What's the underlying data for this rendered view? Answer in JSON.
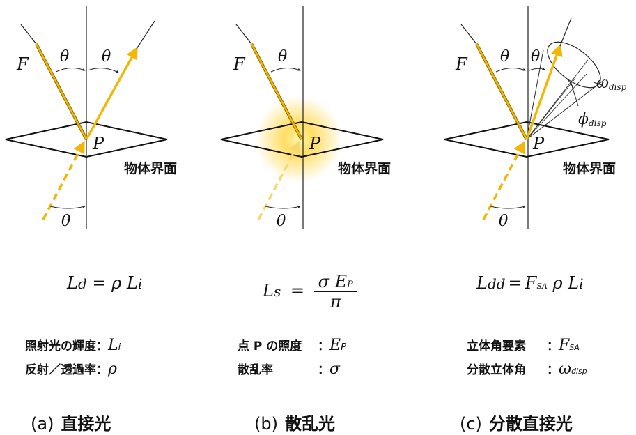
{
  "labels": {
    "F": "F",
    "P": "P",
    "theta": "θ",
    "interface": "物体界面",
    "omega": "ω",
    "omega_sub": "disp",
    "phi": "ϕ",
    "phi_sub": "disp"
  },
  "panels": [
    {
      "id": "a",
      "caption_tag": "(a)",
      "caption_name": "直接光",
      "formula": {
        "lhs": "L",
        "lhs_sub": "d",
        "eq": "=",
        "rho": "ρ",
        "rhs": "L",
        "rhs_sub": "i"
      },
      "defs": [
        {
          "label": "照射光の輝度：",
          "symbol": "L",
          "symbol_sub": "i"
        },
        {
          "label": "反射／透過率：",
          "symbol": "ρ",
          "symbol_sub": ""
        }
      ]
    },
    {
      "id": "b",
      "caption_tag": "(b)",
      "caption_name": "散乱光",
      "formula": {
        "lhs": "L",
        "lhs_sub": "s",
        "eq": "=",
        "num": "σ E",
        "num_sub": "P",
        "den": "π"
      },
      "defs": [
        {
          "label": "点 P の照度",
          "colon": "：",
          "symbol": "E",
          "symbol_sub": "P"
        },
        {
          "label": "散乱率",
          "colon": "：",
          "symbol": "σ",
          "symbol_sub": ""
        }
      ]
    },
    {
      "id": "c",
      "caption_tag": "(c)",
      "caption_name": "分散直接光",
      "formula": {
        "lhs": "L",
        "lhs_sub": "dd",
        "eq": "=",
        "f": "F",
        "f_sub": "SA",
        "rho": "ρ",
        "rhs": "L",
        "rhs_sub": "i"
      },
      "defs": [
        {
          "label": "立体角要素",
          "colon": "：",
          "symbol": "F",
          "symbol_sub": "SA"
        },
        {
          "label": "分散立体角",
          "colon": "：",
          "symbol": "ω",
          "symbol_sub": "disp"
        }
      ]
    }
  ],
  "colors": {
    "ray": "#f2b705",
    "ray_edge": "#8a6a00",
    "line": "#222222",
    "glow": "#ffd84a"
  }
}
